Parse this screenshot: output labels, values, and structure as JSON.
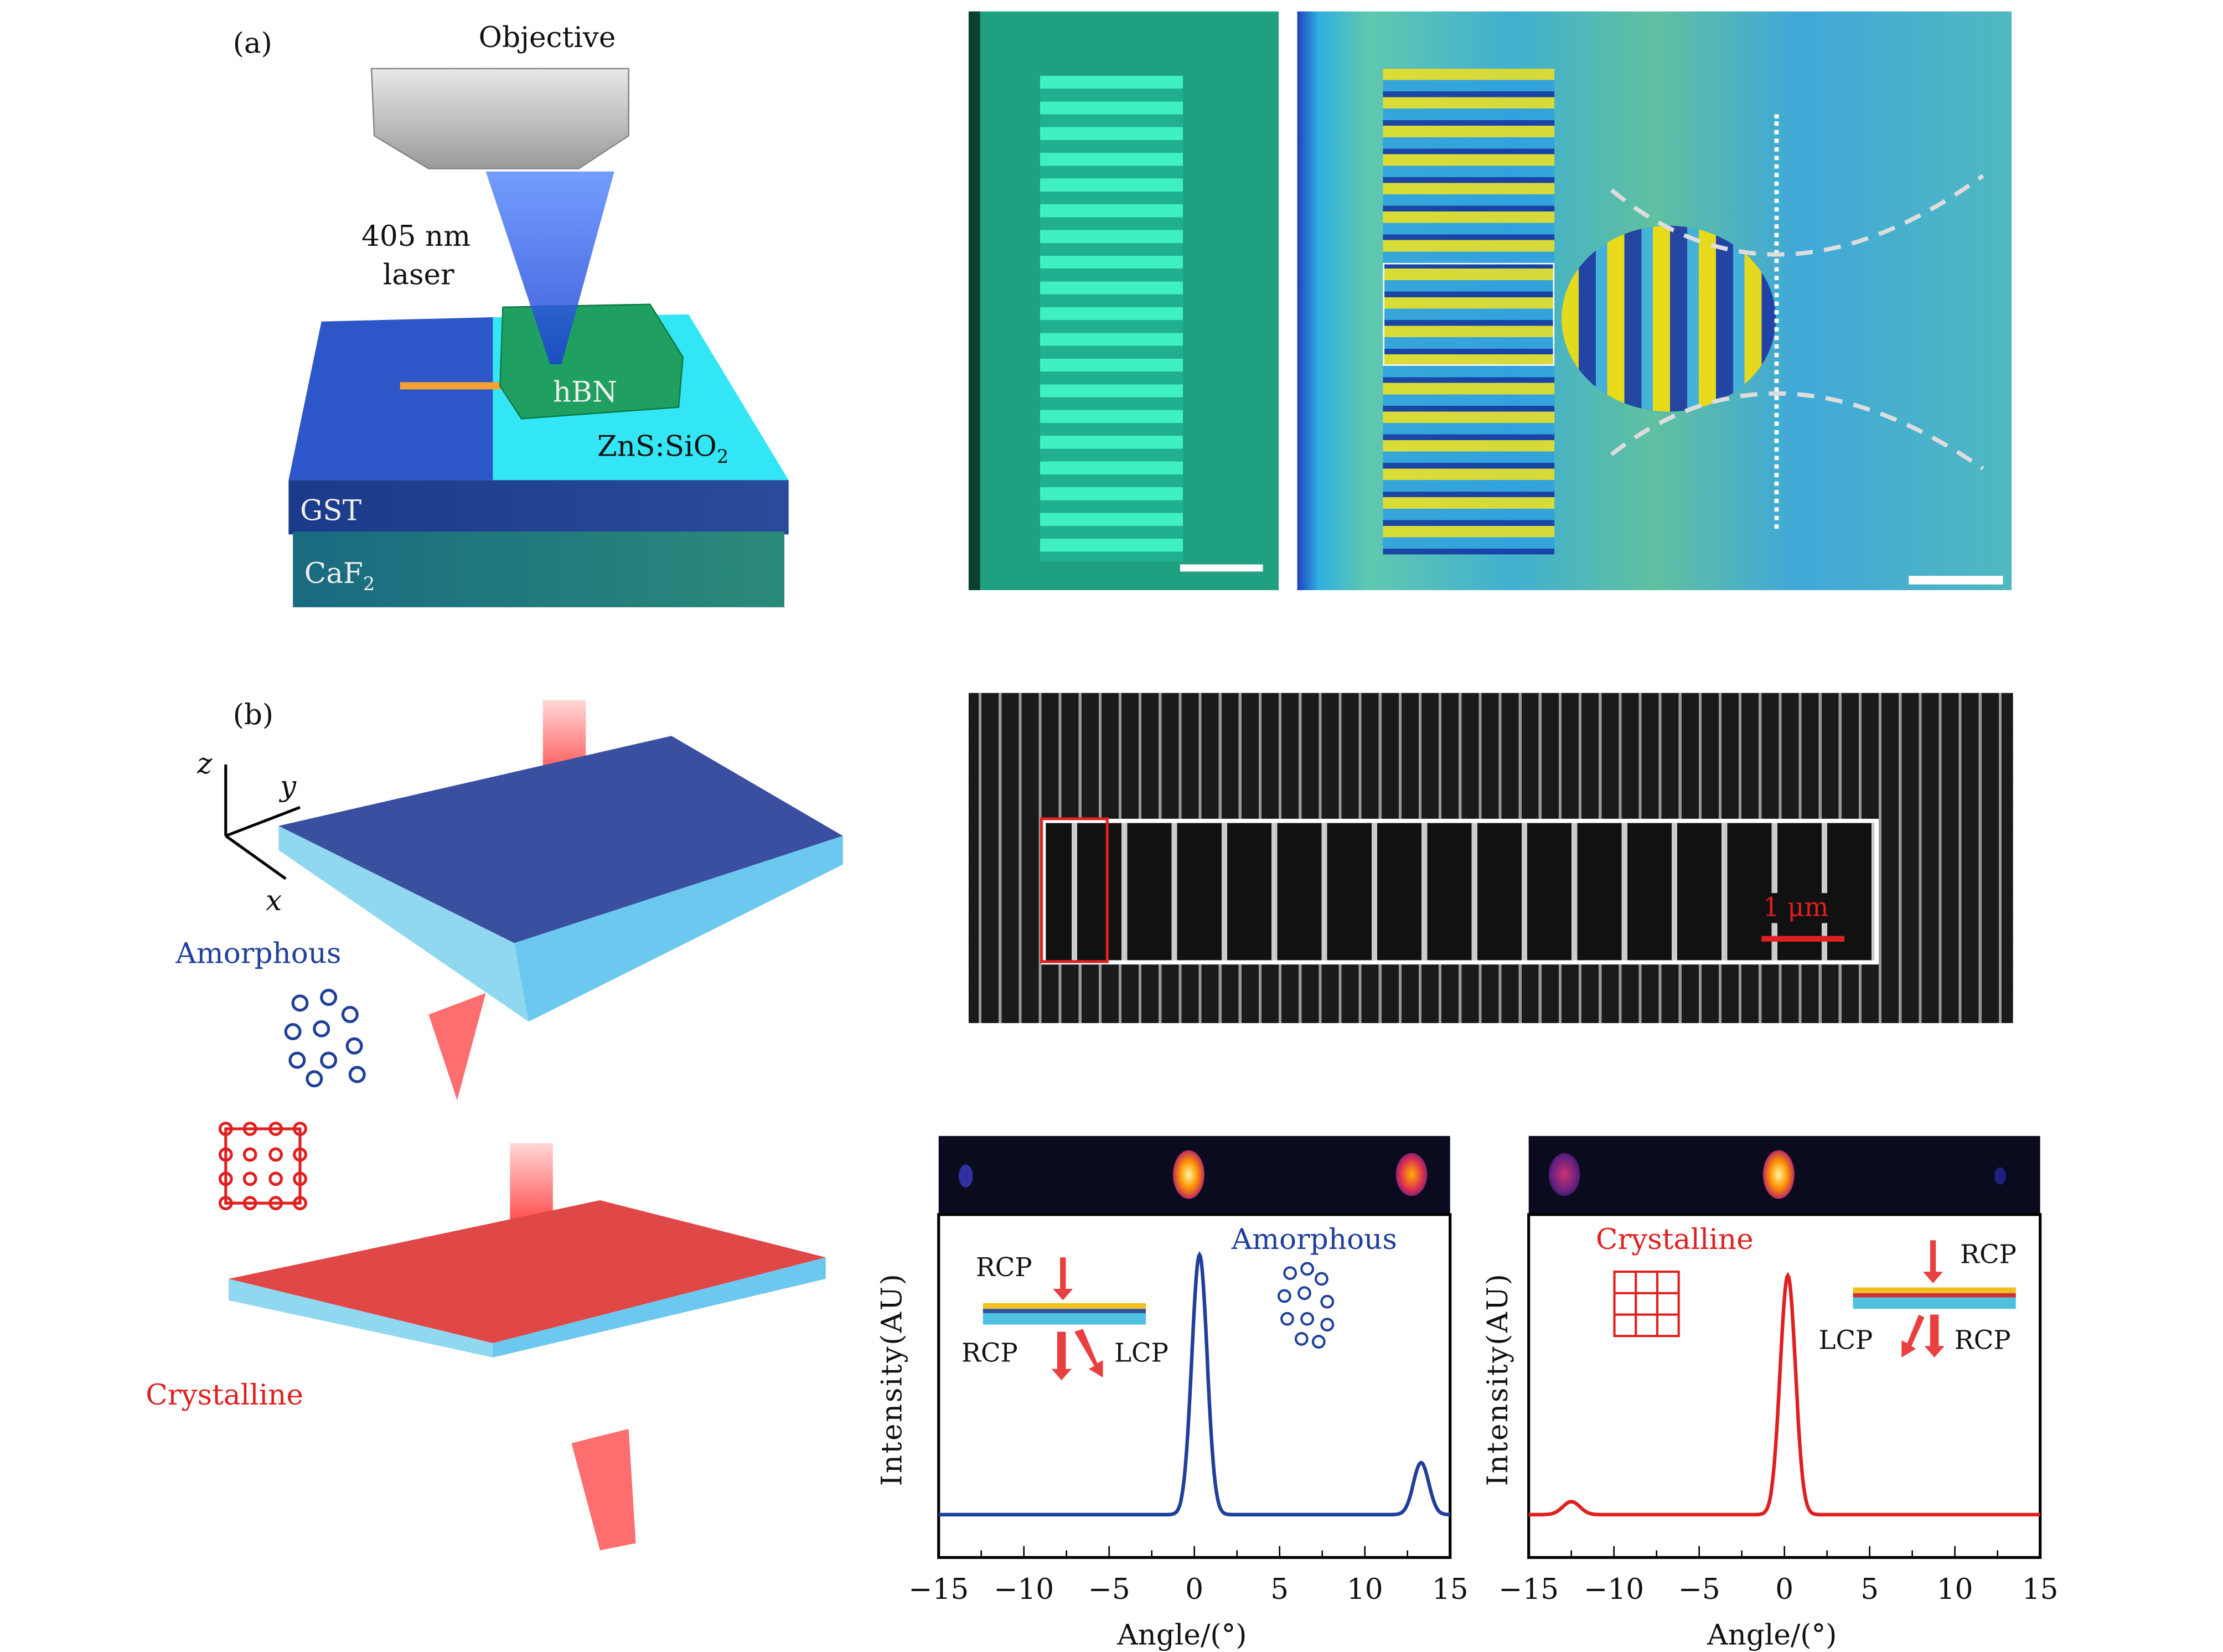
{
  "panel_a": {
    "label": "(a)",
    "objective": "Objective",
    "laser_line1": "405 nm",
    "laser_line2": "laser",
    "hbn": "hBN",
    "zns": "ZnS:SiO",
    "zns_sub": "2",
    "gst": "GST",
    "caf": "CaF",
    "caf_sub": "2"
  },
  "panel_b": {
    "label": "(b)",
    "axis_z": "z",
    "axis_y": "y",
    "axis_x": "x",
    "amorphous": "Amorphous",
    "crystalline": "Crystalline",
    "scale_text": "1 μm"
  },
  "colors": {
    "amorphous": "#1f3f9a",
    "crystalline": "#e02020",
    "cyan": "#2fe0f0"
  },
  "chart_data": [
    {
      "type": "line",
      "title": "Amorphous",
      "xlabel": "Angle/(°)",
      "ylabel": "Intensity(AU)",
      "xlim": [
        -15,
        15
      ],
      "ylim": [
        0,
        1.1
      ],
      "xticks": [
        "−15",
        "−10",
        "−5",
        "0",
        "5",
        "10",
        "15"
      ],
      "tickvals": [
        -15,
        -10,
        -5,
        0,
        5,
        10,
        15
      ],
      "series": [
        {
          "name": "Amorphous",
          "color": "#1f3f9a",
          "baseline": 0.0,
          "peaks": [
            {
              "x": 0.3,
              "height": 1.0,
              "width": 0.45
            },
            {
              "x": 13.3,
              "height": 0.2,
              "width": 0.45
            }
          ]
        }
      ],
      "inset_labels": {
        "incident": "RCP",
        "out_left": "RCP",
        "out_right": "LCP"
      }
    },
    {
      "type": "line",
      "title": "Crystalline",
      "xlabel": "Angle/(°)",
      "ylabel": "Intensity(AU)",
      "xlim": [
        -15,
        15
      ],
      "ylim": [
        0,
        1.1
      ],
      "xticks": [
        "−15",
        "−10",
        "−5",
        "0",
        "5",
        "10",
        "15"
      ],
      "tickvals": [
        -15,
        -10,
        -5,
        0,
        5,
        10,
        15
      ],
      "series": [
        {
          "name": "Crystalline",
          "color": "#e02020",
          "baseline": 0.0,
          "peaks": [
            {
              "x": 0.2,
              "height": 0.92,
              "width": 0.45
            },
            {
              "x": -12.5,
              "height": 0.05,
              "width": 0.5
            }
          ]
        }
      ],
      "inset_labels": {
        "incident": "RCP",
        "out_left": "LCP",
        "out_right": "RCP"
      }
    }
  ]
}
